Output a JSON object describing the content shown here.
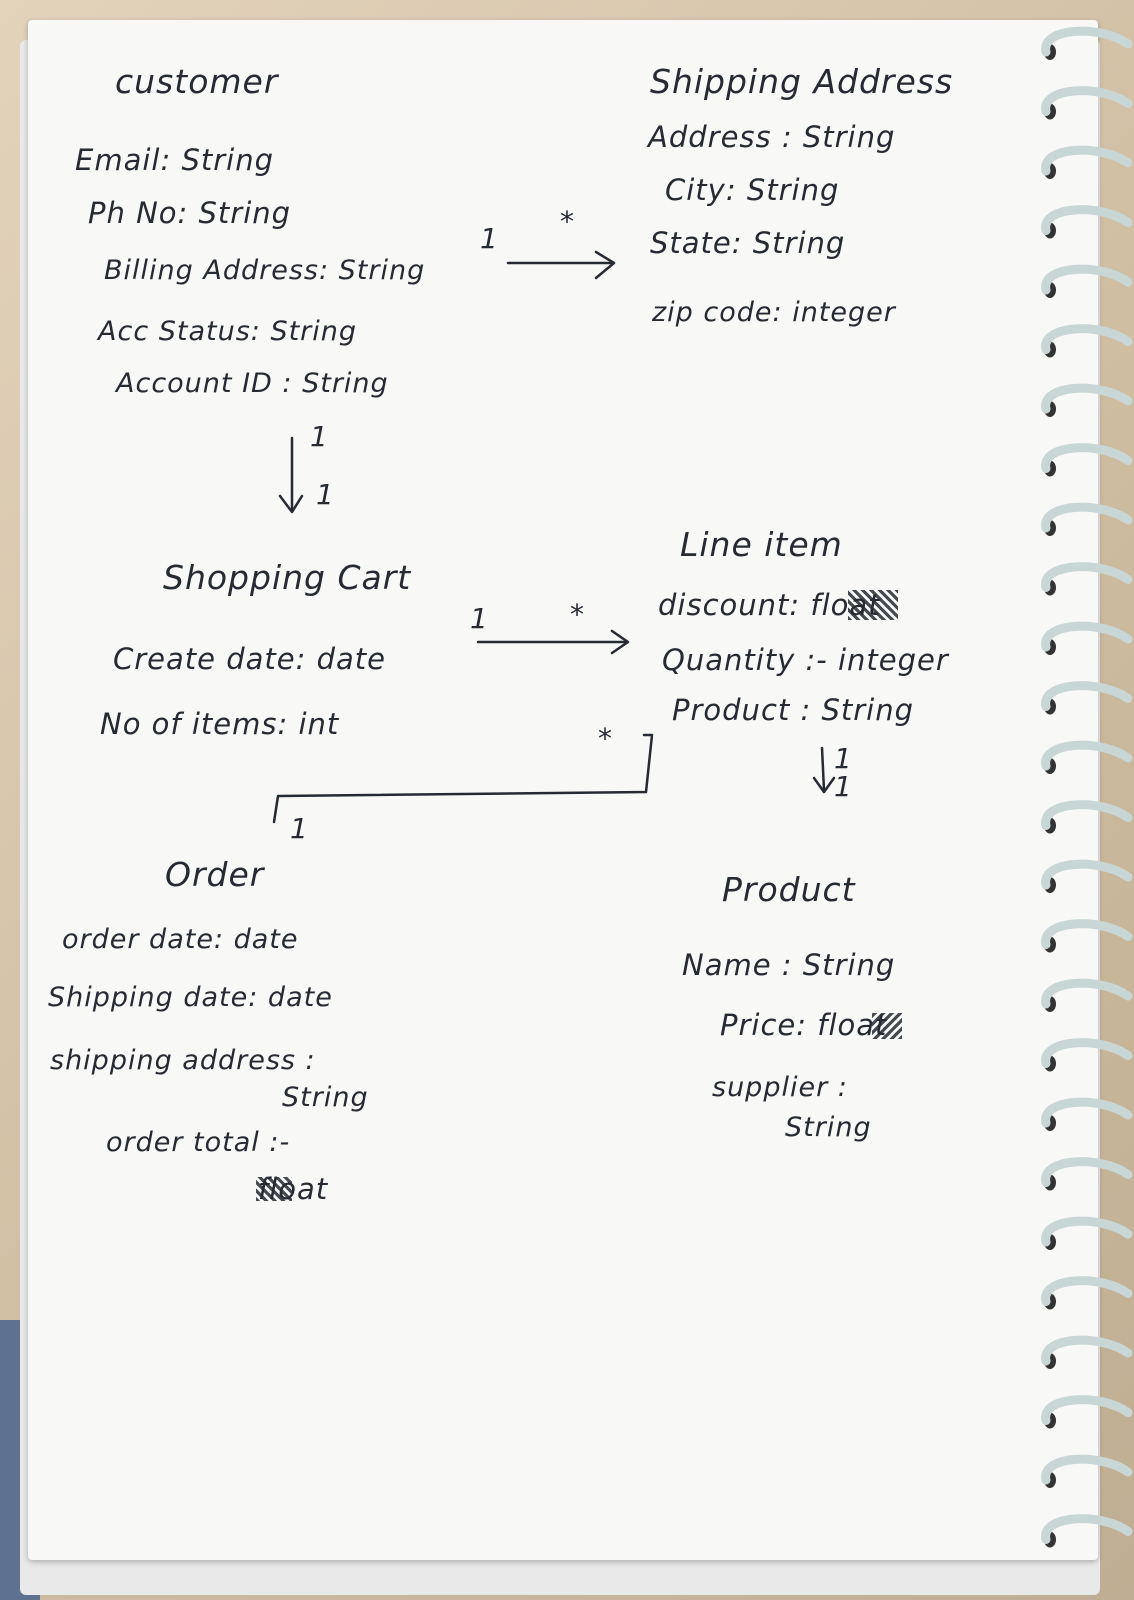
{
  "classes": {
    "customer": {
      "title": "customer",
      "attributes": [
        "Email: String",
        "Ph No: String",
        "Billing Address: String",
        "Acc Status: String",
        "Account ID : String"
      ]
    },
    "shipping_address": {
      "title": "Shipping Address",
      "attributes": [
        "Address : String",
        "City: String",
        "State: String",
        "zip code: integer"
      ]
    },
    "shopping_cart": {
      "title": "Shopping Cart",
      "attributes": [
        "Create date: date",
        "No of items: int"
      ]
    },
    "line_item": {
      "title": "Line item",
      "attributes": [
        "discount: float",
        "Quantity :- integer",
        "Product : String"
      ]
    },
    "order": {
      "title": "Order",
      "attributes": [
        "order date: date",
        "Shipping date: date",
        "shipping address :",
        "String",
        "order total :-",
        "float"
      ]
    },
    "product": {
      "title": "Product",
      "attributes": [
        "Name : String",
        "Price: float",
        "supplier :",
        "String"
      ]
    }
  },
  "associations": {
    "customer_shipping": {
      "from": "1",
      "to": "*"
    },
    "customer_cart": {
      "from": "1",
      "to": "1"
    },
    "cart_lineitem": {
      "from": "1",
      "to": "*"
    },
    "lineitem_order": {
      "from": "*",
      "to": "1"
    },
    "lineitem_product": {
      "from": "1",
      "to": "1"
    }
  },
  "colors": {
    "ink": "#252a33",
    "paper": "#f8f8f6",
    "spiral": "#c9d6d6"
  }
}
